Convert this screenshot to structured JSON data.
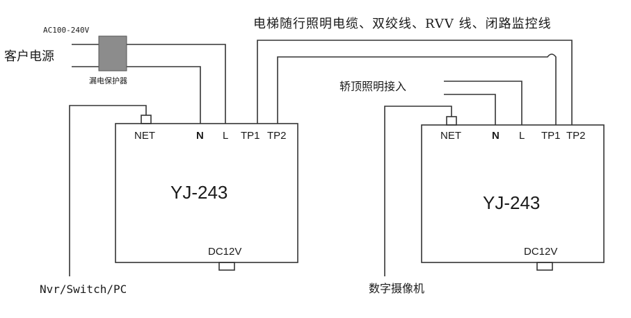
{
  "cable_title": "电梯随行照明电缆、双绞线、RVV 线、闭路监控线",
  "power": {
    "voltage": "AC100-240V",
    "source": "客户电源",
    "breaker": "漏电保护器"
  },
  "left_device": {
    "model": "YJ-243",
    "ports": {
      "net": "NET",
      "n": "N",
      "l": "L",
      "tp1": "TP1",
      "tp2": "TP2",
      "dc": "DC12V"
    },
    "net_connection": "Nvr/Switch/PC"
  },
  "right_device": {
    "model": "YJ-243",
    "ports": {
      "net": "NET",
      "n": "N",
      "l": "L",
      "tp1": "TP1",
      "tp2": "TP2",
      "dc": "DC12V"
    },
    "net_connection": "数字摄像机",
    "lighting_input": "轿顶照明接入"
  },
  "colors": {
    "line": "#333333",
    "breaker_fill": "#8c8c8c",
    "background": "#ffffff"
  }
}
